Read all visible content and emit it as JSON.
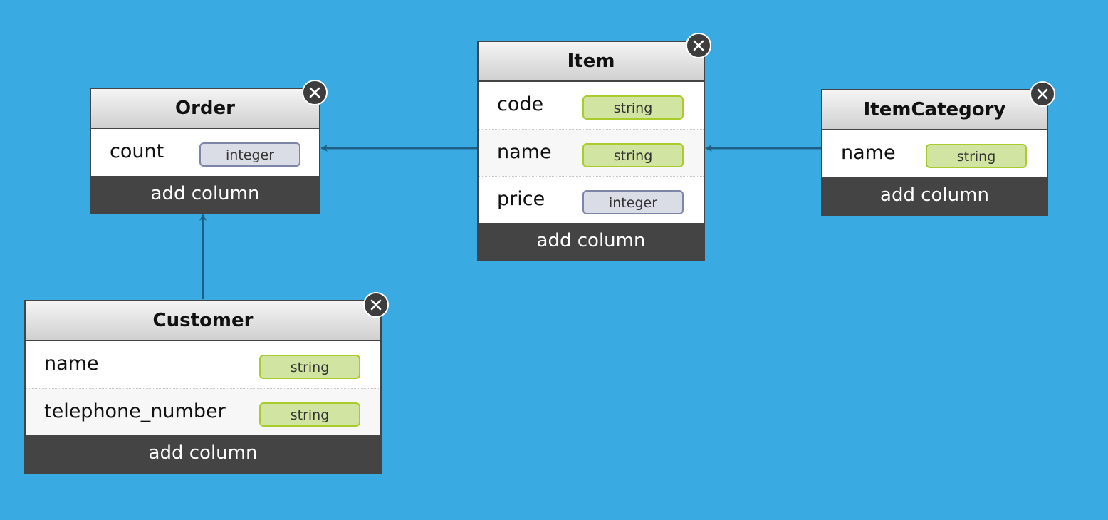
{
  "tables": {
    "order": {
      "title": "Order",
      "columns": [
        {
          "name": "count",
          "type": "integer"
        }
      ],
      "add_label": "add column"
    },
    "item": {
      "title": "Item",
      "columns": [
        {
          "name": "code",
          "type": "string"
        },
        {
          "name": "name",
          "type": "string"
        },
        {
          "name": "price",
          "type": "integer"
        }
      ],
      "add_label": "add column"
    },
    "item_category": {
      "title": "ItemCategory",
      "columns": [
        {
          "name": "name",
          "type": "string"
        }
      ],
      "add_label": "add column"
    },
    "customer": {
      "title": "Customer",
      "columns": [
        {
          "name": "name",
          "type": "string"
        },
        {
          "name": "telephone_number",
          "type": "string"
        }
      ],
      "add_label": "add column"
    }
  },
  "relations": [
    {
      "from": "Item",
      "to": "Order"
    },
    {
      "from": "ItemCategory",
      "to": "Item"
    },
    {
      "from": "Customer",
      "to": "Order"
    }
  ],
  "colors": {
    "background": "#3aabe2",
    "arrow": "#1f5f86",
    "string_badge": "#d2e4a1",
    "integer_badge": "#dadde6",
    "footer": "#444444"
  },
  "icons": {
    "delete": "close-icon"
  }
}
